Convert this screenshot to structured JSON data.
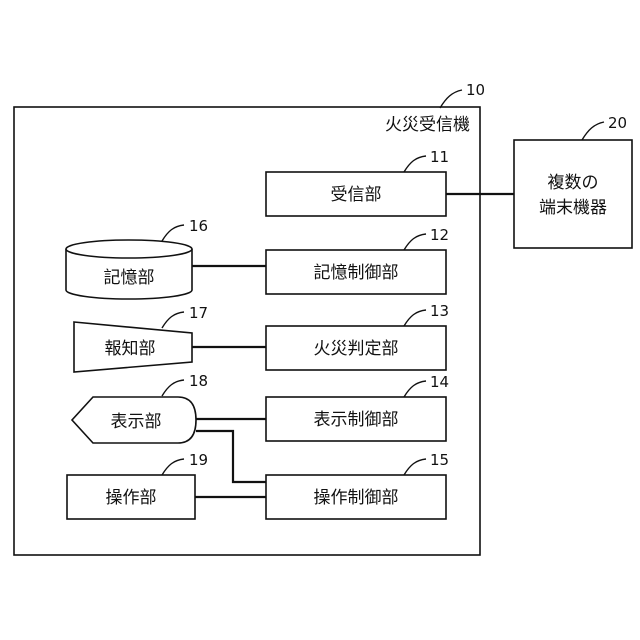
{
  "system": {
    "title": "火災受信機",
    "ref": "10"
  },
  "terminal": {
    "line1": "複数の",
    "line2": "端末機器",
    "ref": "20"
  },
  "units": [
    {
      "label": "受信部",
      "ref": "11"
    },
    {
      "label": "記憶制御部",
      "ref": "12"
    },
    {
      "label": "火災判定部",
      "ref": "13"
    },
    {
      "label": "表示制御部",
      "ref": "14"
    },
    {
      "label": "操作制御部",
      "ref": "15"
    }
  ],
  "devices": [
    {
      "label": "記憶部",
      "ref": "16"
    },
    {
      "label": "報知部",
      "ref": "17"
    },
    {
      "label": "表示部",
      "ref": "18"
    },
    {
      "label": "操作部",
      "ref": "19"
    }
  ]
}
